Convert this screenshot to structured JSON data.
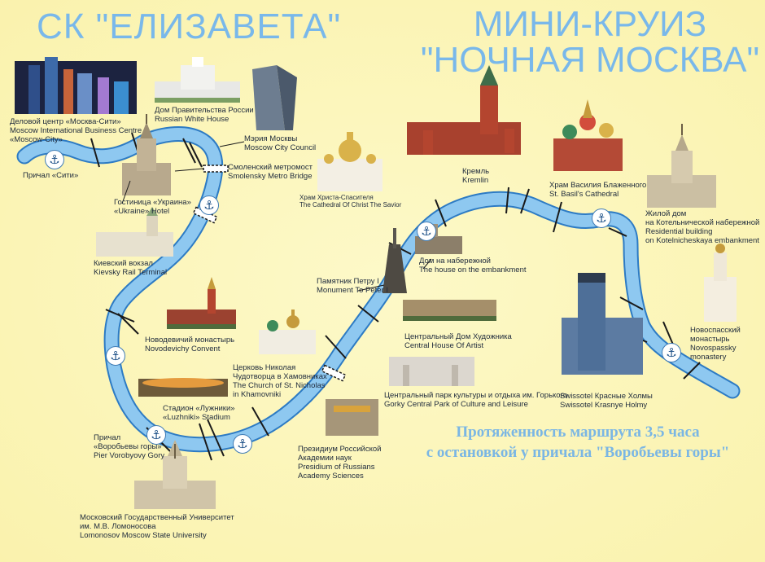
{
  "header": {
    "company": "СК \"ЕЛИЗАВЕТА\"",
    "cruise_line1": "МИНИ-КРУИЗ",
    "cruise_line2": "\"НОЧНАЯ МОСКВА\""
  },
  "route_info": {
    "line1": "Протяженность маршрута 3,5 часа",
    "line2": "с остановкой у причала \"Воробьевы горы\""
  },
  "colors": {
    "background": "#fbf5b4",
    "river": "#8ec8f0",
    "river_border": "#2d7bc4",
    "title": "#79b8ea",
    "label_text": "#1e2a3c"
  },
  "icons": {
    "pier": "anchor-icon"
  },
  "landmarks": {
    "moscow_city": {
      "ru": "Деловой центр «Москва-Сити»",
      "en": "Moscow International Business Centre",
      "alt": "«Moscow-City»"
    },
    "white_house": {
      "ru": "Дом Правительства России",
      "en": "Russian White House"
    },
    "city_council": {
      "ru": "Мэрия Москвы",
      "en": "Moscow City Council"
    },
    "pier_city": {
      "ru": "Причал «Сити»"
    },
    "metro_bridge": {
      "ru": "Смоленский метромост",
      "en": "Smolensky Metro Bridge"
    },
    "christ_savior": {
      "ru": "Храм Христа-Спасителя",
      "en": "The Cathedral Of Christ The Savior"
    },
    "ukraine_hotel": {
      "ru": "Гостиница «Украина»",
      "en": "«Ukraine» Hotel"
    },
    "kremlin": {
      "ru": "Кремль",
      "en": "Kremlin"
    },
    "st_basil": {
      "ru": "Храм Василия Блаженного",
      "en": "St. Basil's Cathedral"
    },
    "kotelnicheskaya": {
      "ru": "Жилой дом",
      "ru2": "на Котельнической набережной",
      "en": "Residential building",
      "en2": "on Kotelnicheskaya embankment"
    },
    "kievsky": {
      "ru": "Киевский вокзал",
      "en": "Kievsky Rail Terminal"
    },
    "embankment_house": {
      "ru": "Дом на набережной",
      "en": "The house on the embankment"
    },
    "peter": {
      "ru": "Памятник Петру I",
      "en": "Monument To Peter I"
    },
    "novodevichy": {
      "ru": "Новодевичий монастырь",
      "en": "Novodevichy Convent"
    },
    "artist_house": {
      "ru": "Центральный Дом Художника",
      "en": "Central House Of Artist"
    },
    "novospassky": {
      "ru": "Новоспасский",
      "ru2": "монастырь",
      "en": "Novospassky",
      "en2": "monastery"
    },
    "st_nicholas": {
      "ru": "Церковь Николая",
      "ru2": "Чудотворца  в Хамовниках",
      "en": "The Church of St. Nicholas",
      "en2": "in Khamovniki"
    },
    "luzhniki": {
      "ru": "Стадион «Лужники»",
      "en": "«Luzhniki» Stadium"
    },
    "gorky_park": {
      "ru": "Центральный парк культуры и отдыха им. Горького",
      "en": "Gorky Central Park of Culture and Leisure"
    },
    "swissotel": {
      "ru": "Swissotel Красные Холмы",
      "en": "Swissotel Krasnye Holmy"
    },
    "pier_vorobyovy": {
      "ru": "Причал",
      "ru2": "«Воробьевы горы»",
      "en": "Pier Vorobyovy Gory"
    },
    "academy": {
      "ru": "Президиум Российской",
      "ru2": "Академии наук",
      "en": "Presidium of Russians",
      "en2": "Academy Sciences"
    },
    "msu": {
      "ru": "Московский Государственный Университет",
      "ru2": "им. М.В. Ломоносова",
      "en": "Lomonosov Moscow State University"
    }
  }
}
